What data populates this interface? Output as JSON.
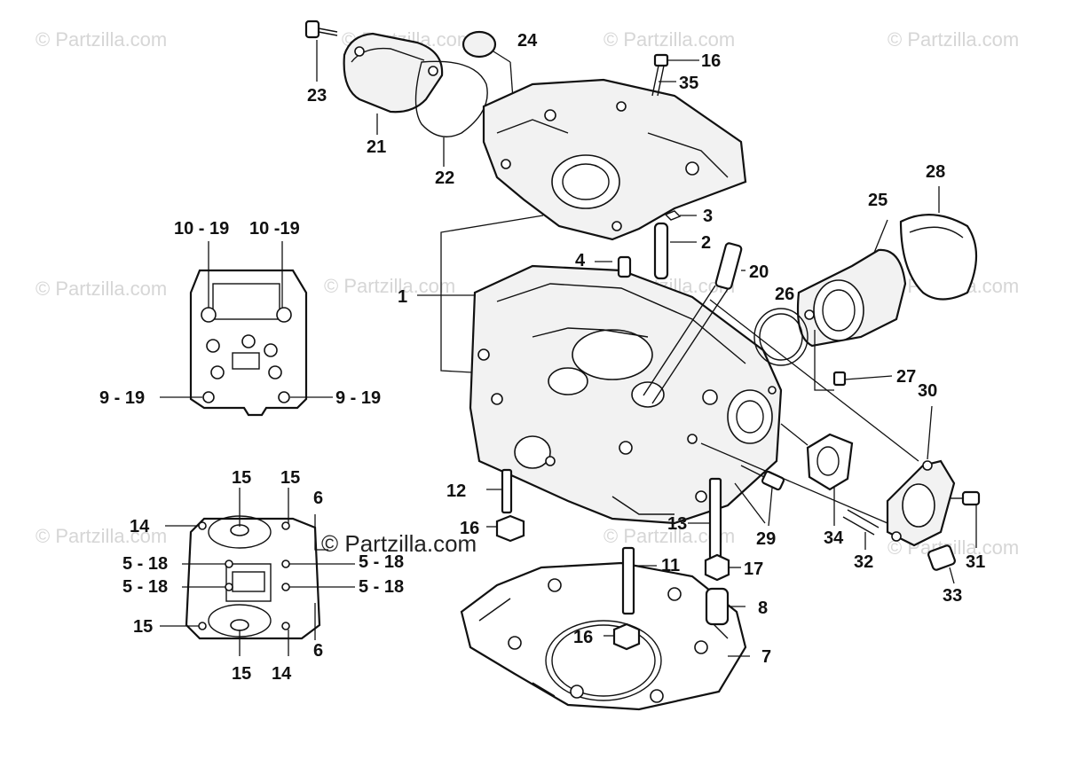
{
  "watermark": {
    "text": "© Partzilla.com",
    "center_text": "© Partzilla.com"
  },
  "callouts": {
    "c1": "1",
    "c2": "2",
    "c3": "3",
    "c4": "4",
    "c5_18_a": "5 - 18",
    "c5_18_b": "5 - 18",
    "c5_18_c": "5 - 18",
    "c5_18_d": "5 - 18",
    "c6_a": "6",
    "c6_b": "6",
    "c7": "7",
    "c8": "8",
    "c9_19_a": "9 - 19",
    "c9_19_b": "9 - 19",
    "c10_19_a": "10 - 19",
    "c10_19_b": "10 -19",
    "c11": "11",
    "c12": "12",
    "c13": "13",
    "c14_a": "14",
    "c14_b": "14",
    "c15_a": "15",
    "c15_b": "15",
    "c15_c": "15",
    "c15_d": "15",
    "c16_a": "16",
    "c16_b": "16",
    "c16_c": "16",
    "c17": "17",
    "c20": "20",
    "c21": "21",
    "c22": "22",
    "c23": "23",
    "c24": "24",
    "c25": "25",
    "c26": "26",
    "c27": "27",
    "c28": "28",
    "c29": "29",
    "c30": "30",
    "c31": "31",
    "c32": "32",
    "c33": "33",
    "c34": "34",
    "c35": "35"
  }
}
